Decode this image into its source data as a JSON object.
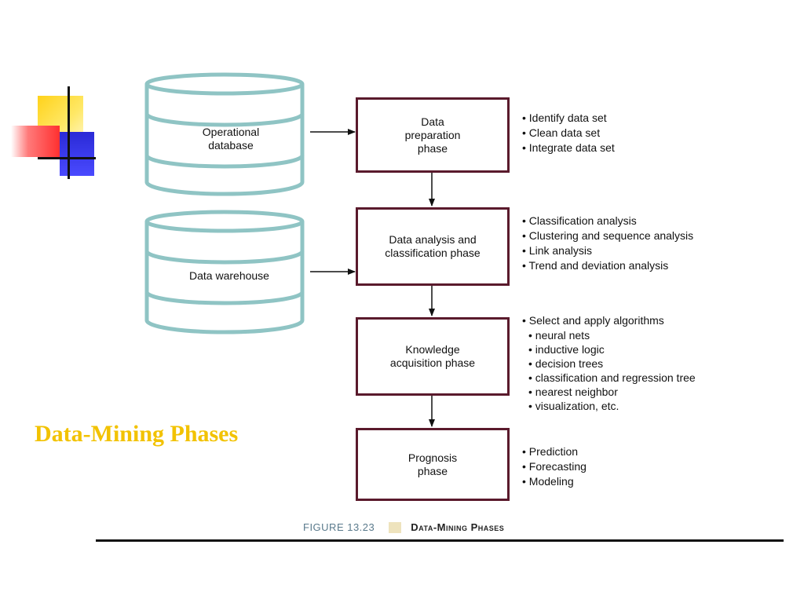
{
  "title": "Data-Mining Phases",
  "colors": {
    "title": "#f2c200",
    "box_border": "#5a1a2c",
    "cylinder": "#8fc4c4"
  },
  "sources": [
    {
      "label": "Operational database"
    },
    {
      "label": "Data warehouse"
    }
  ],
  "phases": [
    {
      "label": "Data\npreparation\nphase",
      "bullets": [
        "Identify data set",
        "Clean data set",
        "Integrate data set"
      ]
    },
    {
      "label": "Data analysis and\nclassification phase",
      "bullets": [
        "Classification analysis",
        "Clustering and sequence analysis",
        "Link analysis",
        "Trend and deviation analysis"
      ]
    },
    {
      "label": "Knowledge\nacquisition phase",
      "bullets": [
        "Select and apply algorithms",
        "neural nets",
        "inductive logic",
        "decision trees",
        "classification and regression tree",
        "nearest neighbor",
        "visualization, etc."
      ]
    },
    {
      "label": "Prognosis\nphase",
      "bullets": [
        "Prediction",
        "Forecasting",
        "Modeling"
      ]
    }
  ],
  "caption": {
    "figure": "FIGURE 13.23",
    "title": "Data-Mining Phases"
  }
}
